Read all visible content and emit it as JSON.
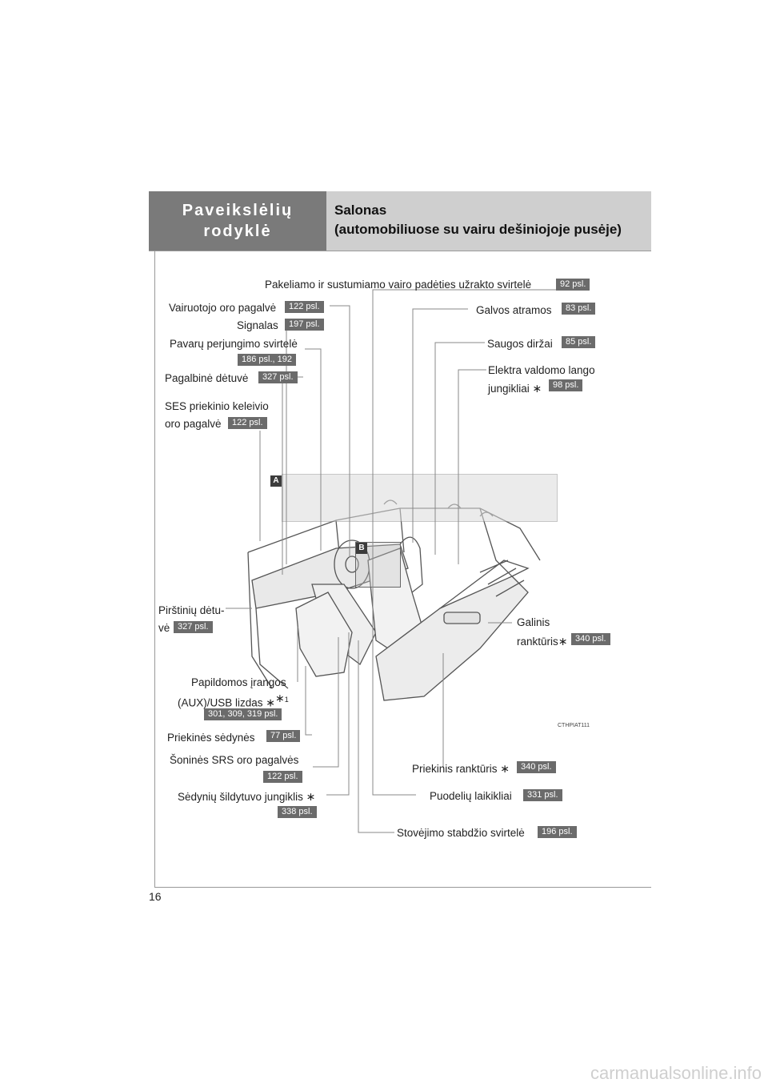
{
  "header": {
    "section_title_line1": "Paveikslėlių",
    "section_title_line2": "rodyklė",
    "subtitle_line1": "Salonas",
    "subtitle_line2": "(automobiliuose su vairu dešiniojoje pusėje)"
  },
  "page_number": "16",
  "image_code": "CTHPIAT111",
  "markers": {
    "a": "A",
    "b": "B"
  },
  "labels": {
    "steering_lock": {
      "text": "Pakeliamo ir sustumiamo vairo padėties užrakto svirtelė",
      "ref": "92 psl."
    },
    "driver_airbag": {
      "text": "Vairuotojo oro pagalvė",
      "ref": "122 psl."
    },
    "horn": {
      "text": "Signalas",
      "ref": "197 psl."
    },
    "shift_lever": {
      "text": "Pavarų perjungimo svirtelė",
      "ref": "186 psl., 192"
    },
    "aux_box": {
      "text": "Pagalbinė dėtuvė",
      "ref": "327 psl."
    },
    "ses_l1": "SES priekinio keleivio",
    "ses_l2": "oro pagalvė",
    "ses_ref": "122 psl.",
    "head_rests": {
      "text": "Galvos atramos",
      "ref": "83 psl."
    },
    "seat_belts": {
      "text": "Saugos diržai",
      "ref": "85 psl."
    },
    "window_l1": "Elektra valdomo lango",
    "window_l2": "jungikliai",
    "window_ref": "98 psl.",
    "glove_l1": "Pirštinių dėtu-",
    "glove_l2": "vė",
    "glove_ref": "327 psl.",
    "rear_arm_l1": "Galinis",
    "rear_arm_l2": "ranktūris",
    "rear_arm_ref": "340 psl.",
    "aux_usb_l1": "Papildomos įrangos",
    "aux_usb_l2": "(AUX)/USB lizdas",
    "aux_usb_sup": "1",
    "aux_usb_ref": "301, 309, 319 psl.",
    "front_seats": {
      "text": "Priekinės sėdynės",
      "ref": "77 psl."
    },
    "side_airbags": {
      "text": "Šoninės SRS oro pagalvės",
      "ref": "122 psl."
    },
    "front_arm": {
      "text": "Priekinis ranktūris",
      "ref": "340 psl."
    },
    "seat_heater": {
      "text": "Sėdynių šildytuvo jungiklis",
      "ref": "338 psl."
    },
    "cup_holders": {
      "text": "Puodelių laikikliai",
      "ref": "331 psl."
    },
    "parking_brake": {
      "text": "Stovėjimo stabdžio svirtelė",
      "ref": "196 psl."
    },
    "asterisk": "∗"
  },
  "watermark": "carmanualsonline.info"
}
